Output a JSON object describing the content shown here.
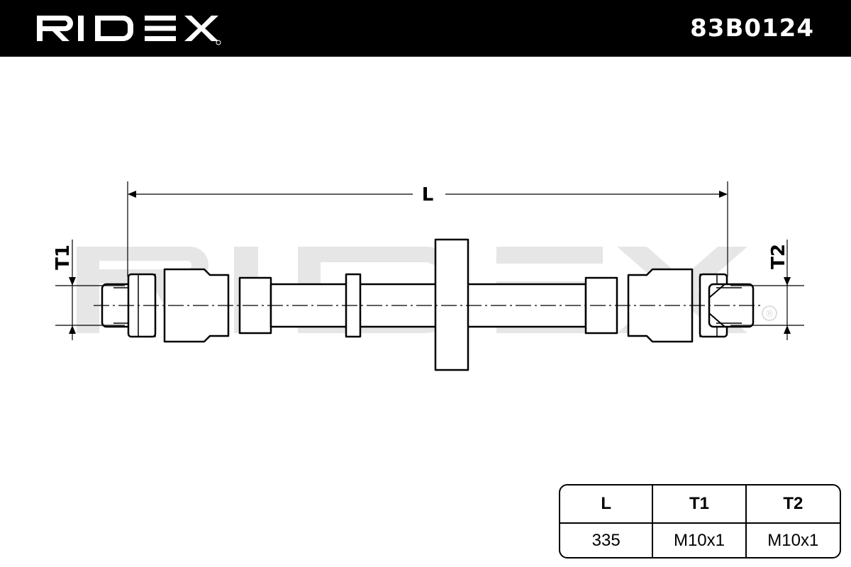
{
  "header": {
    "brand": "RIDEX",
    "part_number": "83B0124"
  },
  "diagram": {
    "dimension_labels": {
      "length": "L",
      "thread_left": "T1",
      "thread_right": "T2"
    },
    "watermark": "RIDEX",
    "registered_mark": "®"
  },
  "spec_table": {
    "headers": [
      "L",
      "T1",
      "T2"
    ],
    "values": [
      "335",
      "M10x1",
      "M10x1"
    ]
  },
  "colors": {
    "header_bg": "#000000",
    "header_text": "#ffffff",
    "line": "#000000",
    "watermark": "#e6e6e6",
    "hose_fill": "#ffffff"
  }
}
